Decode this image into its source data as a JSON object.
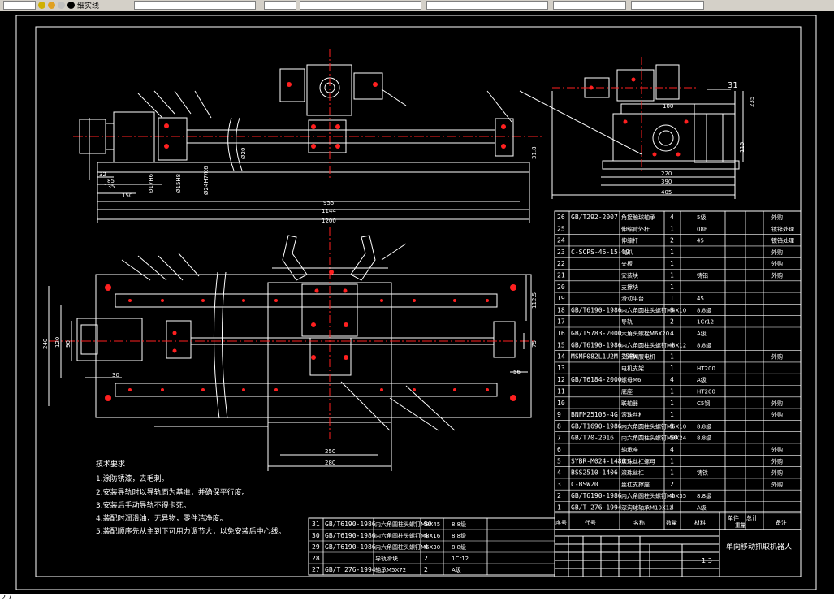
{
  "toolbar": {
    "layer_label": "细实线",
    "icons": [
      "layer-properties-icon",
      "light-bulb-icon",
      "sun-icon",
      "lock-icon",
      "color-icon",
      "layer-prev-icon"
    ],
    "segments": [
      "",
      "",
      "",
      "",
      ""
    ]
  },
  "status": {
    "text": "2.7"
  },
  "colors": {
    "background": "#000000",
    "lines": "#ffffff",
    "centerline": "#ff2020",
    "dimension": "#ffffff"
  },
  "drawing": {
    "dims_top": {
      "d_955": "955",
      "d_1144": "1144",
      "d_1200": "1200",
      "d_150": "150",
      "d_135": "135",
      "d_85": "85",
      "d_32": "32",
      "d_phi20": "Ø20",
      "d_318": "31.8",
      "d_phi17h": "Ø17H6",
      "d_phi15h": "Ø15H8",
      "d_phi24h": "Ø24H7/K6"
    },
    "dims_side": {
      "d_31": "31",
      "d_220": "220",
      "d_390": "390",
      "d_405": "405",
      "d_100": "100",
      "d_235": "235",
      "d_115": "115"
    },
    "dims_plan": {
      "d_240": "240",
      "d_120": "120",
      "d_90": "90",
      "d_30": "30",
      "d_1125": "112.5",
      "d_75": "75",
      "d_56": "56",
      "d_250": "250",
      "d_280": "280"
    }
  },
  "notes": {
    "title": "技术要求",
    "items": [
      "1.涂防锈漆，去毛刺。",
      "2.安装导轨时以导轨面为基准，并确保平行度。",
      "3.安装后手动导轨不得卡死。",
      "4.装配时润滑油，无异物，零件洁净度。",
      "5.装配顺序先从主到下可用力调节大，以免安装后中心线。"
    ]
  },
  "bom_right": [
    {
      "no": "26",
      "code": "GB/T292-2007",
      "name": "角接触球轴承",
      "qty": "4",
      "mat": "5级",
      "note": "外购"
    },
    {
      "no": "25",
      "code": "",
      "name": "伸缩臂外杆",
      "qty": "1",
      "mat": "08F",
      "note": "镀锌处理"
    },
    {
      "no": "24",
      "code": "",
      "name": "伸缩杆",
      "qty": "2",
      "mat": "45",
      "note": "镀铬处理"
    },
    {
      "no": "23",
      "code": "C-SCPS-46-15-19",
      "name": "气爪",
      "qty": "1",
      "mat": "",
      "note": "外购"
    },
    {
      "no": "22",
      "code": "",
      "name": "夹板",
      "qty": "1",
      "mat": "",
      "note": "外购"
    },
    {
      "no": "21",
      "code": "",
      "name": "安装块",
      "qty": "1",
      "mat": "铸铝",
      "note": "外购"
    },
    {
      "no": "20",
      "code": "",
      "name": "支撑块",
      "qty": "1",
      "mat": "",
      "note": ""
    },
    {
      "no": "19",
      "code": "",
      "name": "滑动平台",
      "qty": "1",
      "mat": "45",
      "note": ""
    },
    {
      "no": "18",
      "code": "GB/T6190-1986",
      "name": "内六角圆柱头螺钉M4X10",
      "qty": "8",
      "mat": "8.8级",
      "note": ""
    },
    {
      "no": "17",
      "code": "",
      "name": "导轨",
      "qty": "2",
      "mat": "1Cr12",
      "note": ""
    },
    {
      "no": "16",
      "code": "GB/T5783-2000",
      "name": "六角头螺栓M6X20",
      "qty": "4",
      "mat": "A级",
      "note": ""
    },
    {
      "no": "15",
      "code": "GB/T6190-1986",
      "name": "内六角圆柱头螺钉M6X12",
      "qty": "4",
      "mat": "8.8级",
      "note": ""
    },
    {
      "no": "14",
      "code": "MSMF082L1U2M-75RW",
      "name": "交流伺服电机",
      "qty": "1",
      "mat": "",
      "note": "外购"
    },
    {
      "no": "13",
      "code": "",
      "name": "电机支架",
      "qty": "1",
      "mat": "HT200",
      "note": ""
    },
    {
      "no": "12",
      "code": "GB/T6184-2000",
      "name": "螺母M6",
      "qty": "4",
      "mat": "A级",
      "note": ""
    },
    {
      "no": "11",
      "code": "",
      "name": "底座",
      "qty": "1",
      "mat": "HT200",
      "note": ""
    },
    {
      "no": "10",
      "code": "",
      "name": "联轴器",
      "qty": "1",
      "mat": "C5钢",
      "note": "外购"
    },
    {
      "no": "9",
      "code": "BNFM25105-4G",
      "name": "滚珠丝杠",
      "qty": "1",
      "mat": "",
      "note": "外购"
    },
    {
      "no": "8",
      "code": "GB/T1690-1986",
      "name": "内六角圆柱头螺钉M6X10",
      "qty": "8",
      "mat": "8.8级",
      "note": ""
    },
    {
      "no": "7",
      "code": "GB/T70-2016",
      "name": "内六角圆柱头螺钉M3X24",
      "qty": "50",
      "mat": "8.8级",
      "note": ""
    },
    {
      "no": "6",
      "code": "",
      "name": "轴承座",
      "qty": "4",
      "mat": "",
      "note": "外购"
    },
    {
      "no": "5",
      "code": "SYBR-M024-1480",
      "name": "滚珠丝杠螺母",
      "qty": "1",
      "mat": "",
      "note": "外购"
    },
    {
      "no": "4",
      "code": "BSS2510-1406",
      "name": "滚珠丝杠",
      "qty": "1",
      "mat": "铸铁",
      "note": "外购"
    },
    {
      "no": "3",
      "code": "C-BSW20",
      "name": "丝杠支撑座",
      "qty": "2",
      "mat": "",
      "note": "外购"
    },
    {
      "no": "2",
      "code": "GB/T6190-1986",
      "name": "内六角圆柱头螺钉M6X35",
      "qty": "4",
      "mat": "8.8级",
      "note": ""
    },
    {
      "no": "1",
      "code": "GB/T 276-1994",
      "name": "深沟球轴承M10X12",
      "qty": "4",
      "mat": "A级",
      "note": ""
    }
  ],
  "bom_header": {
    "no": "序号",
    "code": "代号",
    "name": "名称",
    "qty": "数量",
    "mat": "材料",
    "unit": "单件",
    "total": "总计",
    "weight": "重量",
    "note": "备注"
  },
  "bom_bottom": [
    {
      "no": "31",
      "code": "GB/T6190-1986",
      "name": "内六角圆柱头螺钉M8X45",
      "qty": "50",
      "mat": "8.8级"
    },
    {
      "no": "30",
      "code": "GB/T6190-1986",
      "name": "内六角圆柱头螺钉M8X16",
      "qty": "4",
      "mat": "8.8级"
    },
    {
      "no": "29",
      "code": "GB/T6190-1986",
      "name": "内六角圆柱头螺钉M6X30",
      "qty": "4",
      "mat": "8.8级"
    },
    {
      "no": "28",
      "code": "",
      "name": "导轨滑块",
      "qty": "2",
      "mat": "1Cr12"
    },
    {
      "no": "27",
      "code": "GB/T 276-1994",
      "name": "轴承M5X72",
      "qty": "2",
      "mat": "A级"
    }
  ],
  "title_block": {
    "title": "单向移动抓取机器人",
    "scale": "1:3"
  }
}
